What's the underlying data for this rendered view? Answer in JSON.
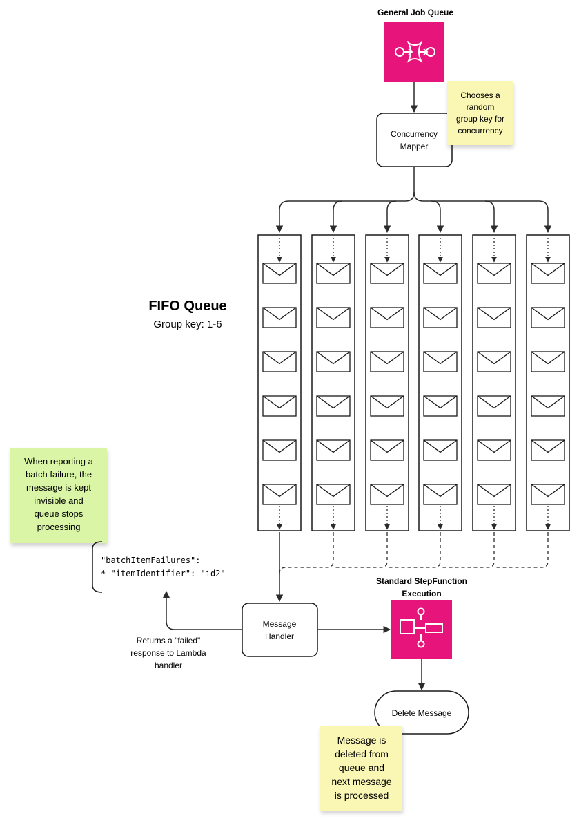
{
  "general_queue": {
    "title": "General Job Queue",
    "icon": "sqs-queue-icon",
    "color": "#E7157B"
  },
  "concurrency_mapper": {
    "label_line1": "Concurrency",
    "label_line2": "Mapper"
  },
  "sticky_random_key": {
    "lines": [
      "Chooses a",
      "random",
      "group key for",
      "concurrency"
    ],
    "color": "#FAF6B4"
  },
  "fifo": {
    "title": "FIFO Queue",
    "subtitle": "Group key: 1-6",
    "queue_count": 6,
    "messages_per_queue": 6
  },
  "sticky_batch_failure": {
    "lines": [
      "When reporting a",
      "batch failure, the",
      "message is kept",
      "invisible and",
      "queue stops",
      "processing"
    ],
    "color": "#D9F5A5"
  },
  "code_block": {
    "line1": "\"batchItemFailures\":",
    "line2": "* \"itemIdentifier\": \"id2\""
  },
  "message_handler": {
    "label_line1": "Message",
    "label_line2": "Handler"
  },
  "returns_failed": {
    "lines": [
      "Returns a \"failed\"",
      "response to Lambda",
      "handler"
    ]
  },
  "stepfunction": {
    "title_line1": "Standard StepFunction",
    "title_line2": "Execution",
    "icon": "step-functions-icon",
    "color": "#E7157B"
  },
  "delete_message": {
    "label": "Delete Message"
  },
  "sticky_deleted": {
    "lines": [
      "Message is",
      "deleted from",
      "queue and",
      "next message",
      "is processed"
    ],
    "color": "#FAF6B4"
  }
}
